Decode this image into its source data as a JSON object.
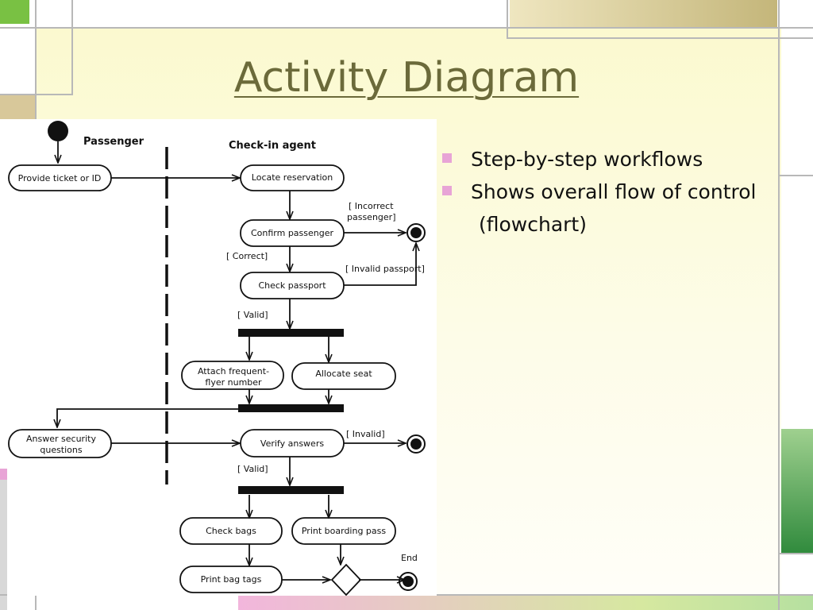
{
  "slide": {
    "title": "Activity Diagram",
    "bullets": [
      {
        "text": "Step-by-step workflows",
        "continuation": ""
      },
      {
        "text": "Shows overall flow of control",
        "continuation": "(flowchart)"
      }
    ],
    "colors": {
      "background": "#fbf9cf",
      "title": "#6b6a3a",
      "bullet": "#e8a4d6",
      "accent_green": "#3d9a4a",
      "accent_khaki": "#c9bf86"
    }
  },
  "diagram": {
    "lanes": {
      "passenger": "Passenger",
      "agent": "Check-in agent"
    },
    "activities": {
      "provide_ticket": "Provide ticket or ID",
      "locate_reservation": "Locate reservation",
      "confirm_passenger": "Confirm passenger",
      "check_passport": "Check passport",
      "attach_ff": [
        "Attach frequent-",
        "flyer number"
      ],
      "allocate_seat": "Allocate seat",
      "answer_security": [
        "Answer security",
        "questions"
      ],
      "verify_answers": "Verify answers",
      "check_bags": "Check bags",
      "print_boarding": "Print boarding pass",
      "print_bag_tags": "Print bag tags"
    },
    "guards": {
      "incorrect": [
        "[ Incorrect",
        "passenger]"
      ],
      "correct": "[ Correct]",
      "invalid_passport": "[ Invalid passport]",
      "valid_1": "[ Valid]",
      "invalid": "[ Invalid]",
      "valid_2": "[ Valid]"
    },
    "end_label": "End"
  }
}
